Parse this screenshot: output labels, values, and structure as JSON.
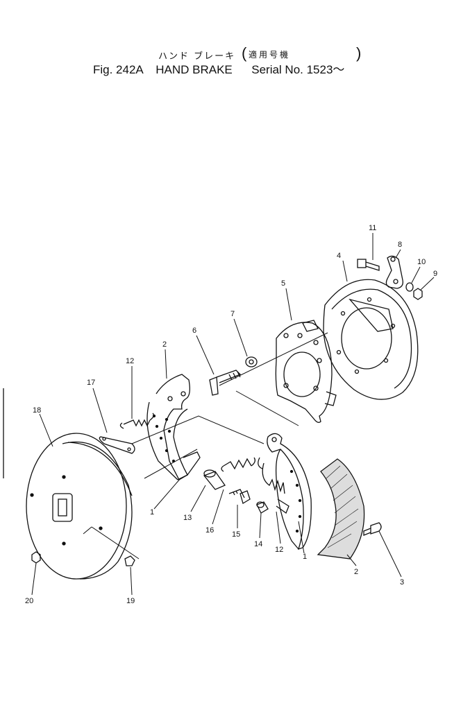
{
  "header": {
    "jp_title": "ハンド ブレーキ",
    "jp_serial": "適用号機",
    "fig": "Fig. 242A",
    "title": "HAND BRAKE",
    "serial": "Serial No. 1523～"
  },
  "callouts": [
    {
      "id": "c1a",
      "text": "1"
    },
    {
      "id": "c1b",
      "text": "1"
    },
    {
      "id": "c2a",
      "text": "2"
    },
    {
      "id": "c2b",
      "text": "2"
    },
    {
      "id": "c3",
      "text": "3"
    },
    {
      "id": "c4",
      "text": "4"
    },
    {
      "id": "c5",
      "text": "5"
    },
    {
      "id": "c6",
      "text": "6"
    },
    {
      "id": "c7",
      "text": "7"
    },
    {
      "id": "c8",
      "text": "8"
    },
    {
      "id": "c9",
      "text": "9"
    },
    {
      "id": "c10",
      "text": "10"
    },
    {
      "id": "c11",
      "text": "11"
    },
    {
      "id": "c12a",
      "text": "12"
    },
    {
      "id": "c12b",
      "text": "12"
    },
    {
      "id": "c13",
      "text": "13"
    },
    {
      "id": "c14",
      "text": "14"
    },
    {
      "id": "c15",
      "text": "15"
    },
    {
      "id": "c16",
      "text": "16"
    },
    {
      "id": "c17",
      "text": "17"
    },
    {
      "id": "c18",
      "text": "18"
    },
    {
      "id": "c19",
      "text": "19"
    },
    {
      "id": "c20",
      "text": "20"
    }
  ]
}
